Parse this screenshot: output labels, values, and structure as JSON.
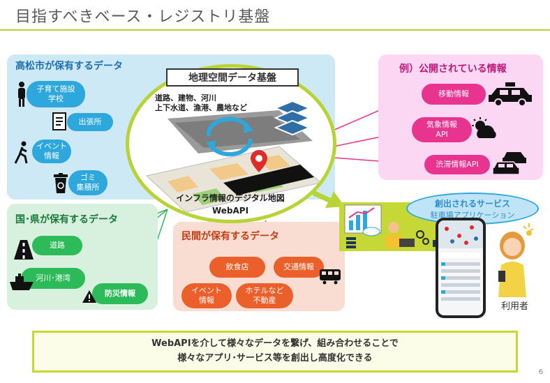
{
  "title": "目指すべきベース・レジストリ基盤",
  "takamatsu": {
    "heading": "高松市が保有するデータ",
    "items": [
      {
        "label": "子育て施設\n学校"
      },
      {
        "label": "出張所"
      },
      {
        "label": "イベント\n情報"
      },
      {
        "label": "ゴミ\n集積所"
      }
    ]
  },
  "center": {
    "label": "地理空間データ基盤",
    "sub": "道路、建物、河川\n上下水道、漁港、農地など",
    "bottom": "インフラ情報のデジタル地図\nWebAPI"
  },
  "public": {
    "heading": "例）公開されている情報",
    "items": [
      {
        "label": "移動情報"
      },
      {
        "label": "気象情報\nAPI"
      },
      {
        "label": "渋滞情報API"
      }
    ]
  },
  "national": {
    "heading": "国･県が保有するデータ",
    "items": [
      {
        "label": "道路"
      },
      {
        "label": "河川･港湾"
      },
      {
        "label": "防災情報"
      }
    ]
  },
  "private": {
    "heading": "民間が保有するデータ",
    "items": [
      {
        "label": "飲食店"
      },
      {
        "label": "交通情報"
      },
      {
        "label": "イベント\n情報"
      },
      {
        "label": "ホテルなど\n不動産"
      }
    ]
  },
  "service": {
    "title": "創出されるサービス",
    "subtitle": "駐車場アプリケーション"
  },
  "user_label": "利用者",
  "banner": {
    "line1": "WebAPIを介して様々なデータを繋げ、組み合わせることで",
    "line2": "様々なアプリ･サービス等を創出し高度化できる"
  },
  "page_number": "6",
  "colors": {
    "accent": "#b7d334",
    "takamatsu": "#2ea7dd",
    "national": "#2dbb5a",
    "public": "#e8338f",
    "private": "#eb5f2a"
  },
  "icons": [
    "parent-child-icon",
    "document-icon",
    "walker-icon",
    "trash-icon",
    "road-icon",
    "ship-icon",
    "warning-icon",
    "taxi-icon",
    "weather-icon",
    "cars-icon",
    "train-icon",
    "database-icon",
    "map-pin-icon",
    "smartphone-icon"
  ]
}
